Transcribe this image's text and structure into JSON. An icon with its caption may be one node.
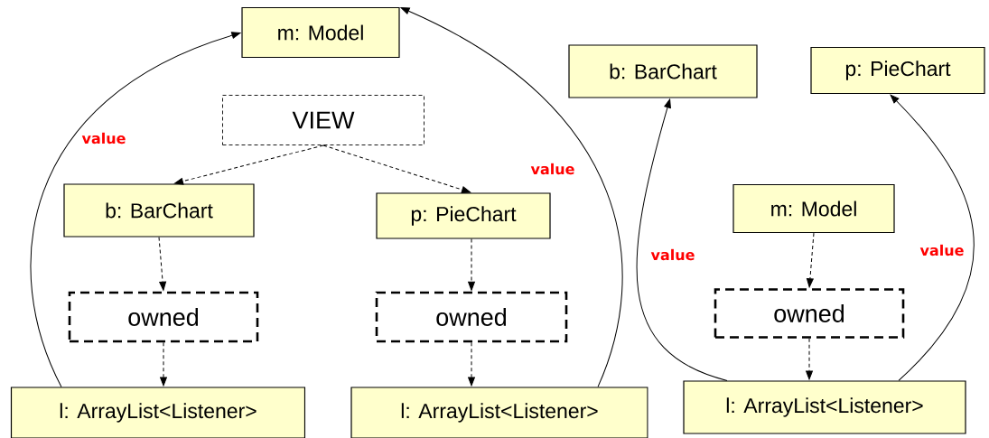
{
  "diagram": {
    "nodes": [
      {
        "text": [
          "m: Model"
        ]
      },
      {
        "text": [
          "VIEW"
        ]
      },
      {
        "text": [
          "b: BarChart"
        ]
      },
      {
        "text": [
          "p: PieChart"
        ]
      },
      {
        "text": [
          "owned"
        ]
      },
      {
        "text": [
          "owned"
        ]
      },
      {
        "text": [
          "l: ArrayList<Listener>"
        ]
      },
      {
        "text": [
          "l: ArrayList<Listener>"
        ]
      },
      {
        "text": [
          "b: BarChart"
        ]
      },
      {
        "text": [
          "p: PieChart"
        ]
      },
      {
        "text": [
          "m: Model"
        ]
      },
      {
        "text": [
          "owned"
        ]
      },
      {
        "text": [
          "l: ArrayList<Listener>"
        ]
      }
    ],
    "edges": [
      {
        "from": 1,
        "to": 2,
        "arrow": "to",
        "style": "dashed"
      },
      {
        "from": 1,
        "to": 3,
        "arrow": "to",
        "style": "dashed"
      },
      {
        "from": 2,
        "to": 4,
        "arrow": "to",
        "style": "dashed"
      },
      {
        "from": 4,
        "to": 6,
        "arrow": "to",
        "style": "dashed"
      },
      {
        "from": 3,
        "to": 5,
        "arrow": "to",
        "style": "dashed"
      },
      {
        "from": 5,
        "to": 7,
        "arrow": "to",
        "style": "dashed"
      },
      {
        "from": 6,
        "to": 0,
        "arrow": "to",
        "label": "value"
      },
      {
        "from": 7,
        "to": 0,
        "arrow": "to",
        "label": "value"
      },
      {
        "from": 10,
        "to": 11,
        "arrow": "to",
        "style": "dashed"
      },
      {
        "from": 11,
        "to": 12,
        "arrow": "to",
        "style": "dashed"
      },
      {
        "from": 12,
        "to": 8,
        "arrow": "to",
        "label": "value"
      },
      {
        "from": 12,
        "to": 9,
        "arrow": "to",
        "label": "value"
      }
    ]
  }
}
